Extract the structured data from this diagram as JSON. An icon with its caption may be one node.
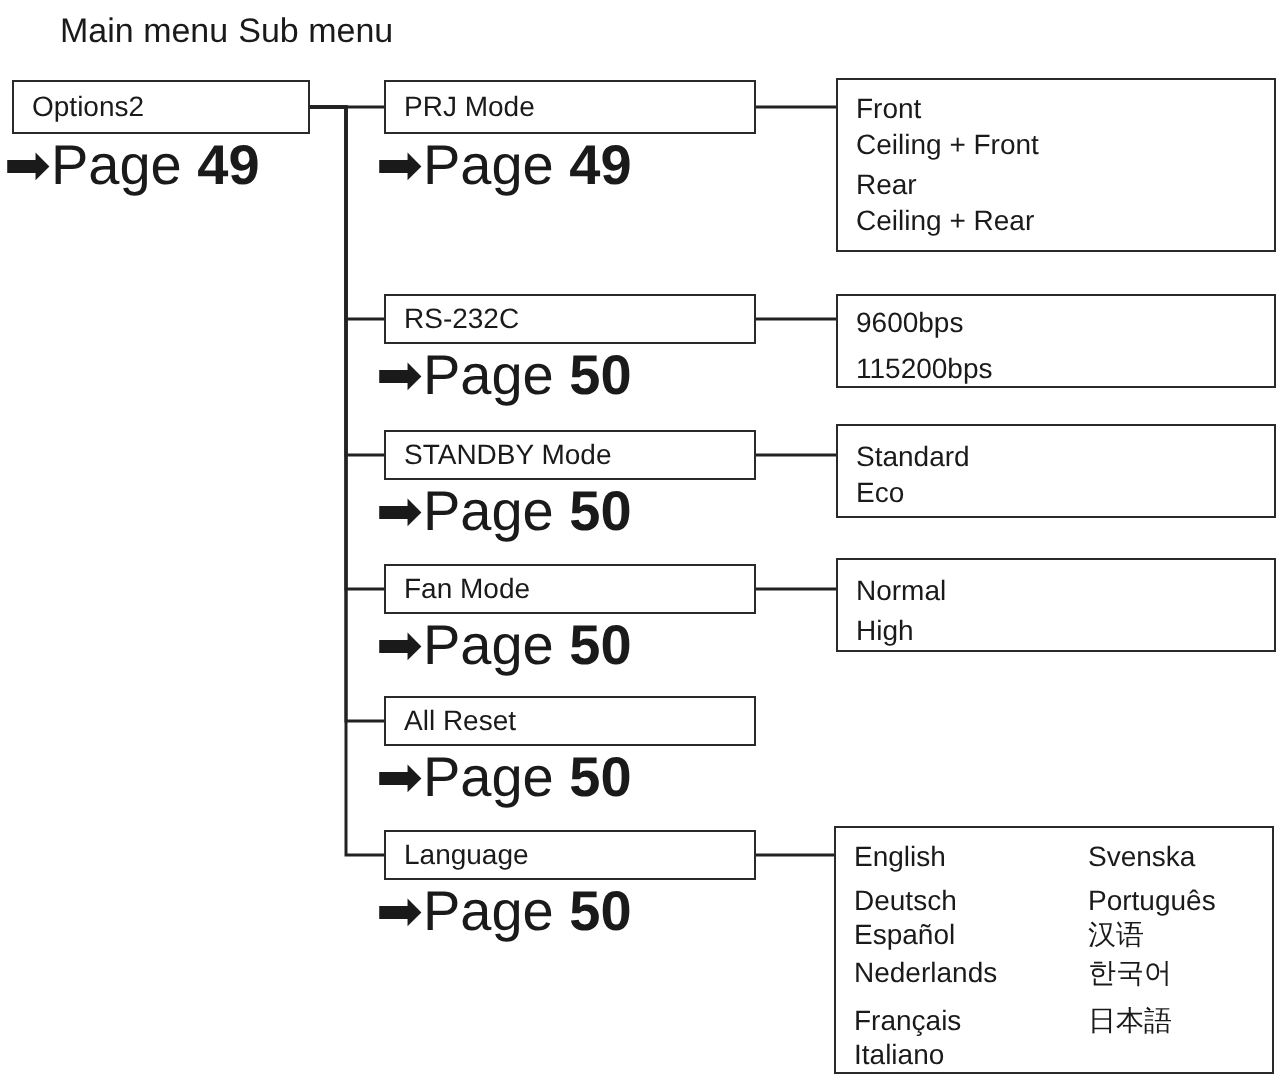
{
  "diagram": {
    "nodes": [
      {
        "text": [
          "Options2"
        ],
        "beside": [
          "➡Page **49**"
        ]
      },
      {
        "text": [
          "PRJ Mode"
        ],
        "beside": [
          "➡Page **49**"
        ]
      },
      {
        "text": [
          "Front",
          "Ceiling + Front",
          "Rear",
          "Ceiling + Rear"
        ]
      },
      {
        "text": [
          "RS-232C"
        ],
        "beside": [
          "➡Page **50**"
        ]
      },
      {
        "text": [
          "9600bps",
          "115200bps"
        ]
      },
      {
        "text": [
          "STANDBY Mode"
        ],
        "beside": [
          "➡Page **50**"
        ]
      },
      {
        "text": [
          "Standard",
          "Eco"
        ]
      },
      {
        "text": [
          "Fan Mode"
        ],
        "beside": [
          "➡Page **50**"
        ]
      },
      {
        "text": [
          "Normal",
          "High"
        ]
      },
      {
        "text": [
          "All Reset"
        ],
        "beside": [
          "➡Page **50**"
        ]
      },
      {
        "text": [
          "Language"
        ],
        "beside": [
          "➡Page **50**"
        ]
      },
      {
        "text": [
          "English",
          "Svenska",
          "Deutsch",
          "Português",
          "Español",
          "汉语",
          "Nederlands",
          "한국어",
          "Français",
          "日本語",
          "Italiano"
        ]
      }
    ],
    "edges": [
      {
        "from": 0,
        "to": 1,
        "arrow": "none"
      },
      {
        "from": 0,
        "to": 3,
        "arrow": "none"
      },
      {
        "from": 0,
        "to": 5,
        "arrow": "none"
      },
      {
        "from": 0,
        "to": 7,
        "arrow": "none"
      },
      {
        "from": 0,
        "to": 9,
        "arrow": "none"
      },
      {
        "from": 0,
        "to": 10,
        "arrow": "none"
      },
      {
        "from": 1,
        "to": 2,
        "arrow": "none"
      },
      {
        "from": 3,
        "to": 4,
        "arrow": "none"
      },
      {
        "from": 5,
        "to": 6,
        "arrow": "none"
      },
      {
        "from": 7,
        "to": 8,
        "arrow": "none"
      },
      {
        "from": 10,
        "to": 11,
        "arrow": "none"
      }
    ],
    "labels": [
      "Main menu",
      "Sub menu"
    ]
  }
}
